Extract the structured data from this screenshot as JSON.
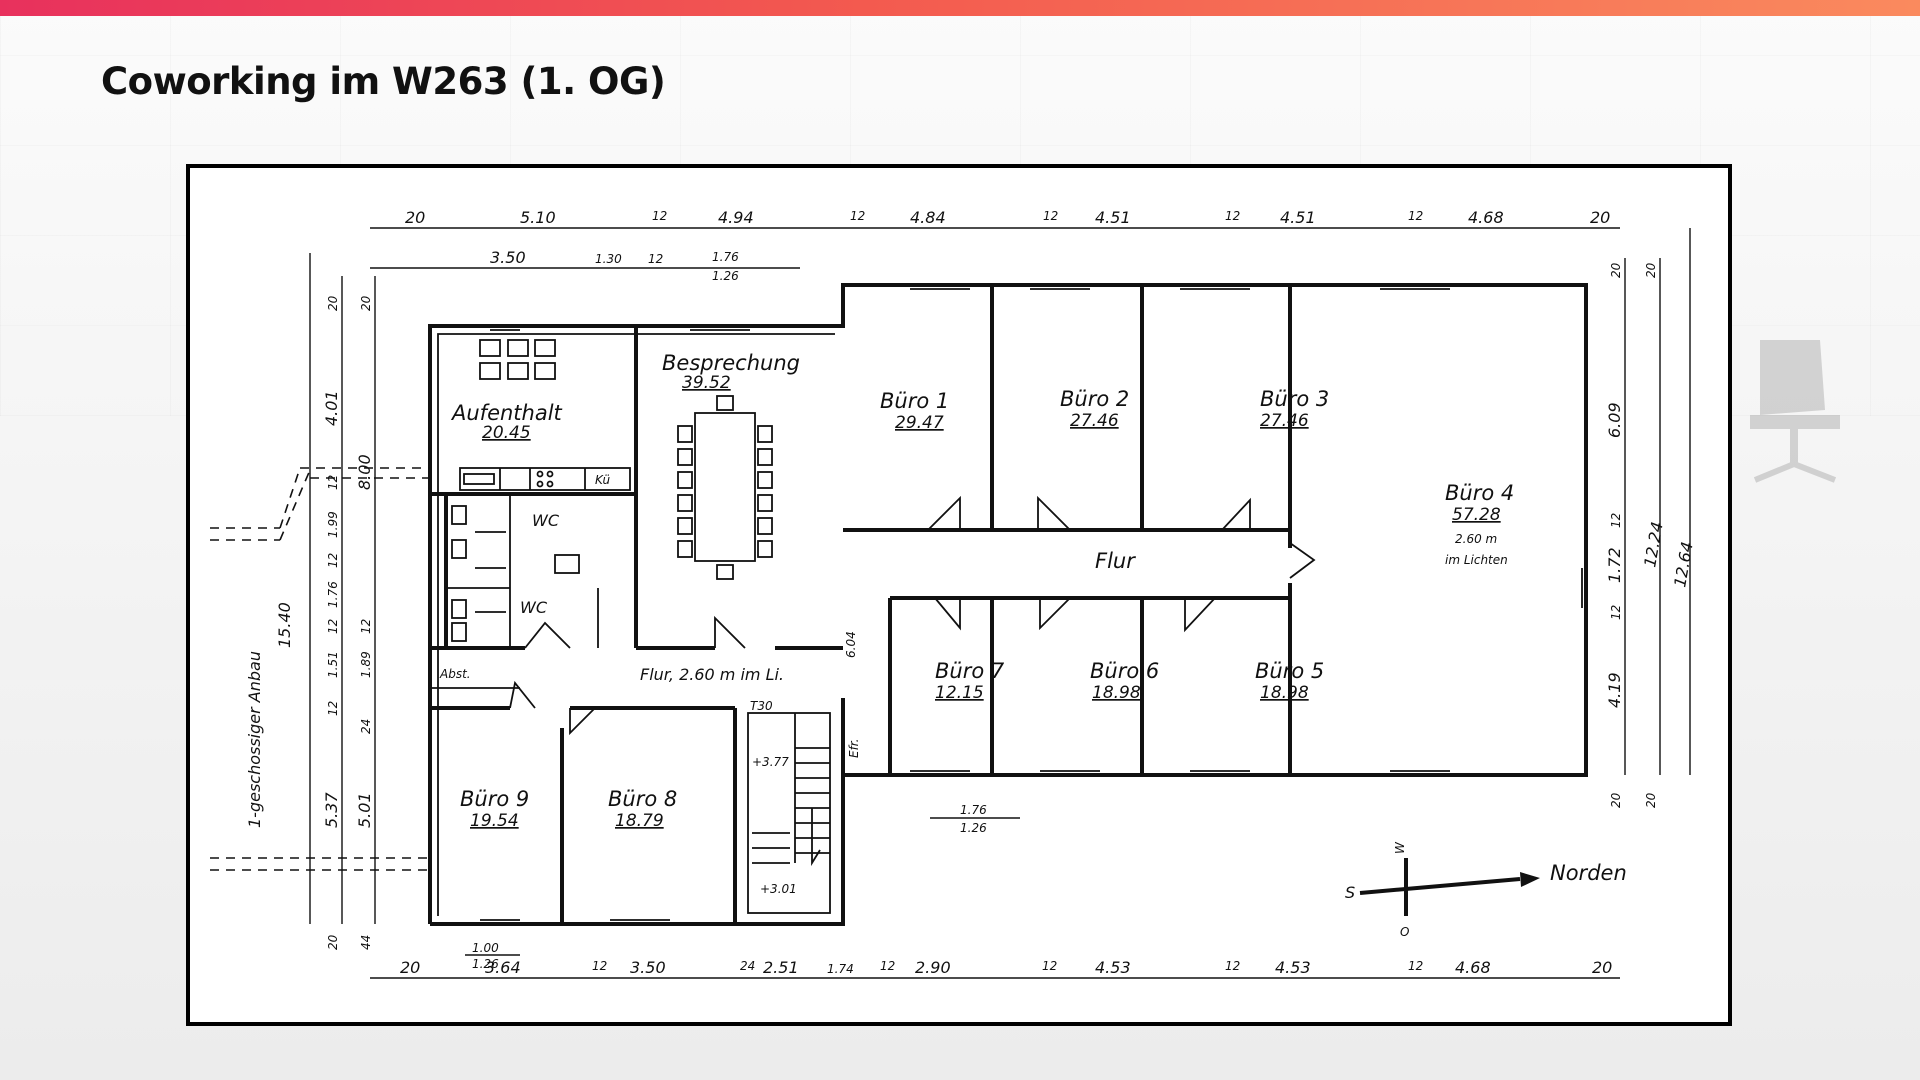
{
  "title": "Coworking im W263 (1. OG)",
  "colors": {
    "accent_start": "#e8315d",
    "accent_end": "#fa8a5e"
  },
  "plan": {
    "rooms": [
      {
        "id": "aufenthalt",
        "name": "Aufenthalt",
        "area": "20.45"
      },
      {
        "id": "besprechung",
        "name": "Besprechung",
        "area": "39.52"
      },
      {
        "id": "buero-1",
        "name": "Büro 1",
        "area": "29.47"
      },
      {
        "id": "buero-2",
        "name": "Büro 2",
        "area": "27.46"
      },
      {
        "id": "buero-3",
        "name": "Büro 3",
        "area": "27.46"
      },
      {
        "id": "buero-4",
        "name": "Büro 4",
        "area": "57.28"
      },
      {
        "id": "buero-5",
        "name": "Büro 5",
        "area": "18.98"
      },
      {
        "id": "buero-6",
        "name": "Büro 6",
        "area": "18.98"
      },
      {
        "id": "buero-7",
        "name": "Büro 7",
        "area": "12.15"
      },
      {
        "id": "buero-8",
        "name": "Büro 8",
        "area": "18.79"
      },
      {
        "id": "buero-9",
        "name": "Büro 9",
        "area": "19.54"
      }
    ],
    "labels": {
      "buero4_height": "2.60 m",
      "buero4_height_note": "im Lichten",
      "flur_east": "Flur",
      "flur_west": "Flur, 2.60 m im Li.",
      "wc_1": "WC",
      "wc_2": "WC",
      "abst": "Abst.",
      "kue": "Kü",
      "annex": "1-geschossiger Anbau",
      "stair_top": "T30",
      "stair_level_upper": "+3.77",
      "stair_level_lower": "+3.01",
      "aufzug": "Efr.",
      "flur_dim": "6.04",
      "north": "Norden",
      "compass_w": "W",
      "compass_o": "O",
      "compass_s": "S"
    },
    "dims_top": [
      "20",
      "5.10",
      "12",
      "4.94",
      "12",
      "4.84",
      "12",
      "4.51",
      "12",
      "4.51",
      "12",
      "4.68",
      "20"
    ],
    "dims_top_inner": [
      "3.50",
      "1.30",
      "12",
      "1.76",
      "1.26"
    ],
    "dims_bottom": [
      "20",
      "3.64",
      "12",
      "3.50",
      "24",
      "2.51",
      "1.74",
      "12",
      "2.90",
      "12",
      "4.53",
      "12",
      "4.53",
      "12",
      "4.68",
      "20"
    ],
    "dims_left_outer": [
      "15.40"
    ],
    "dims_left_inner": [
      "20",
      "4.01",
      "12",
      "1.99",
      "12",
      "1.76",
      "12",
      "1.51",
      "12",
      "5.37",
      "20"
    ],
    "dims_left_mid": [
      "20",
      "8.00",
      "12",
      "1.89",
      "24",
      "5.01",
      "44"
    ],
    "dims_right": [
      "20",
      "6.09",
      "12",
      "1.72",
      "12",
      "4.19",
      "20"
    ],
    "dims_right_outer": [
      "20",
      "12.24",
      "12.64",
      "20"
    ],
    "window_dim_bottom": [
      "1.00",
      "1.26"
    ],
    "window_dim_east": [
      "1.76",
      "1.26"
    ]
  }
}
